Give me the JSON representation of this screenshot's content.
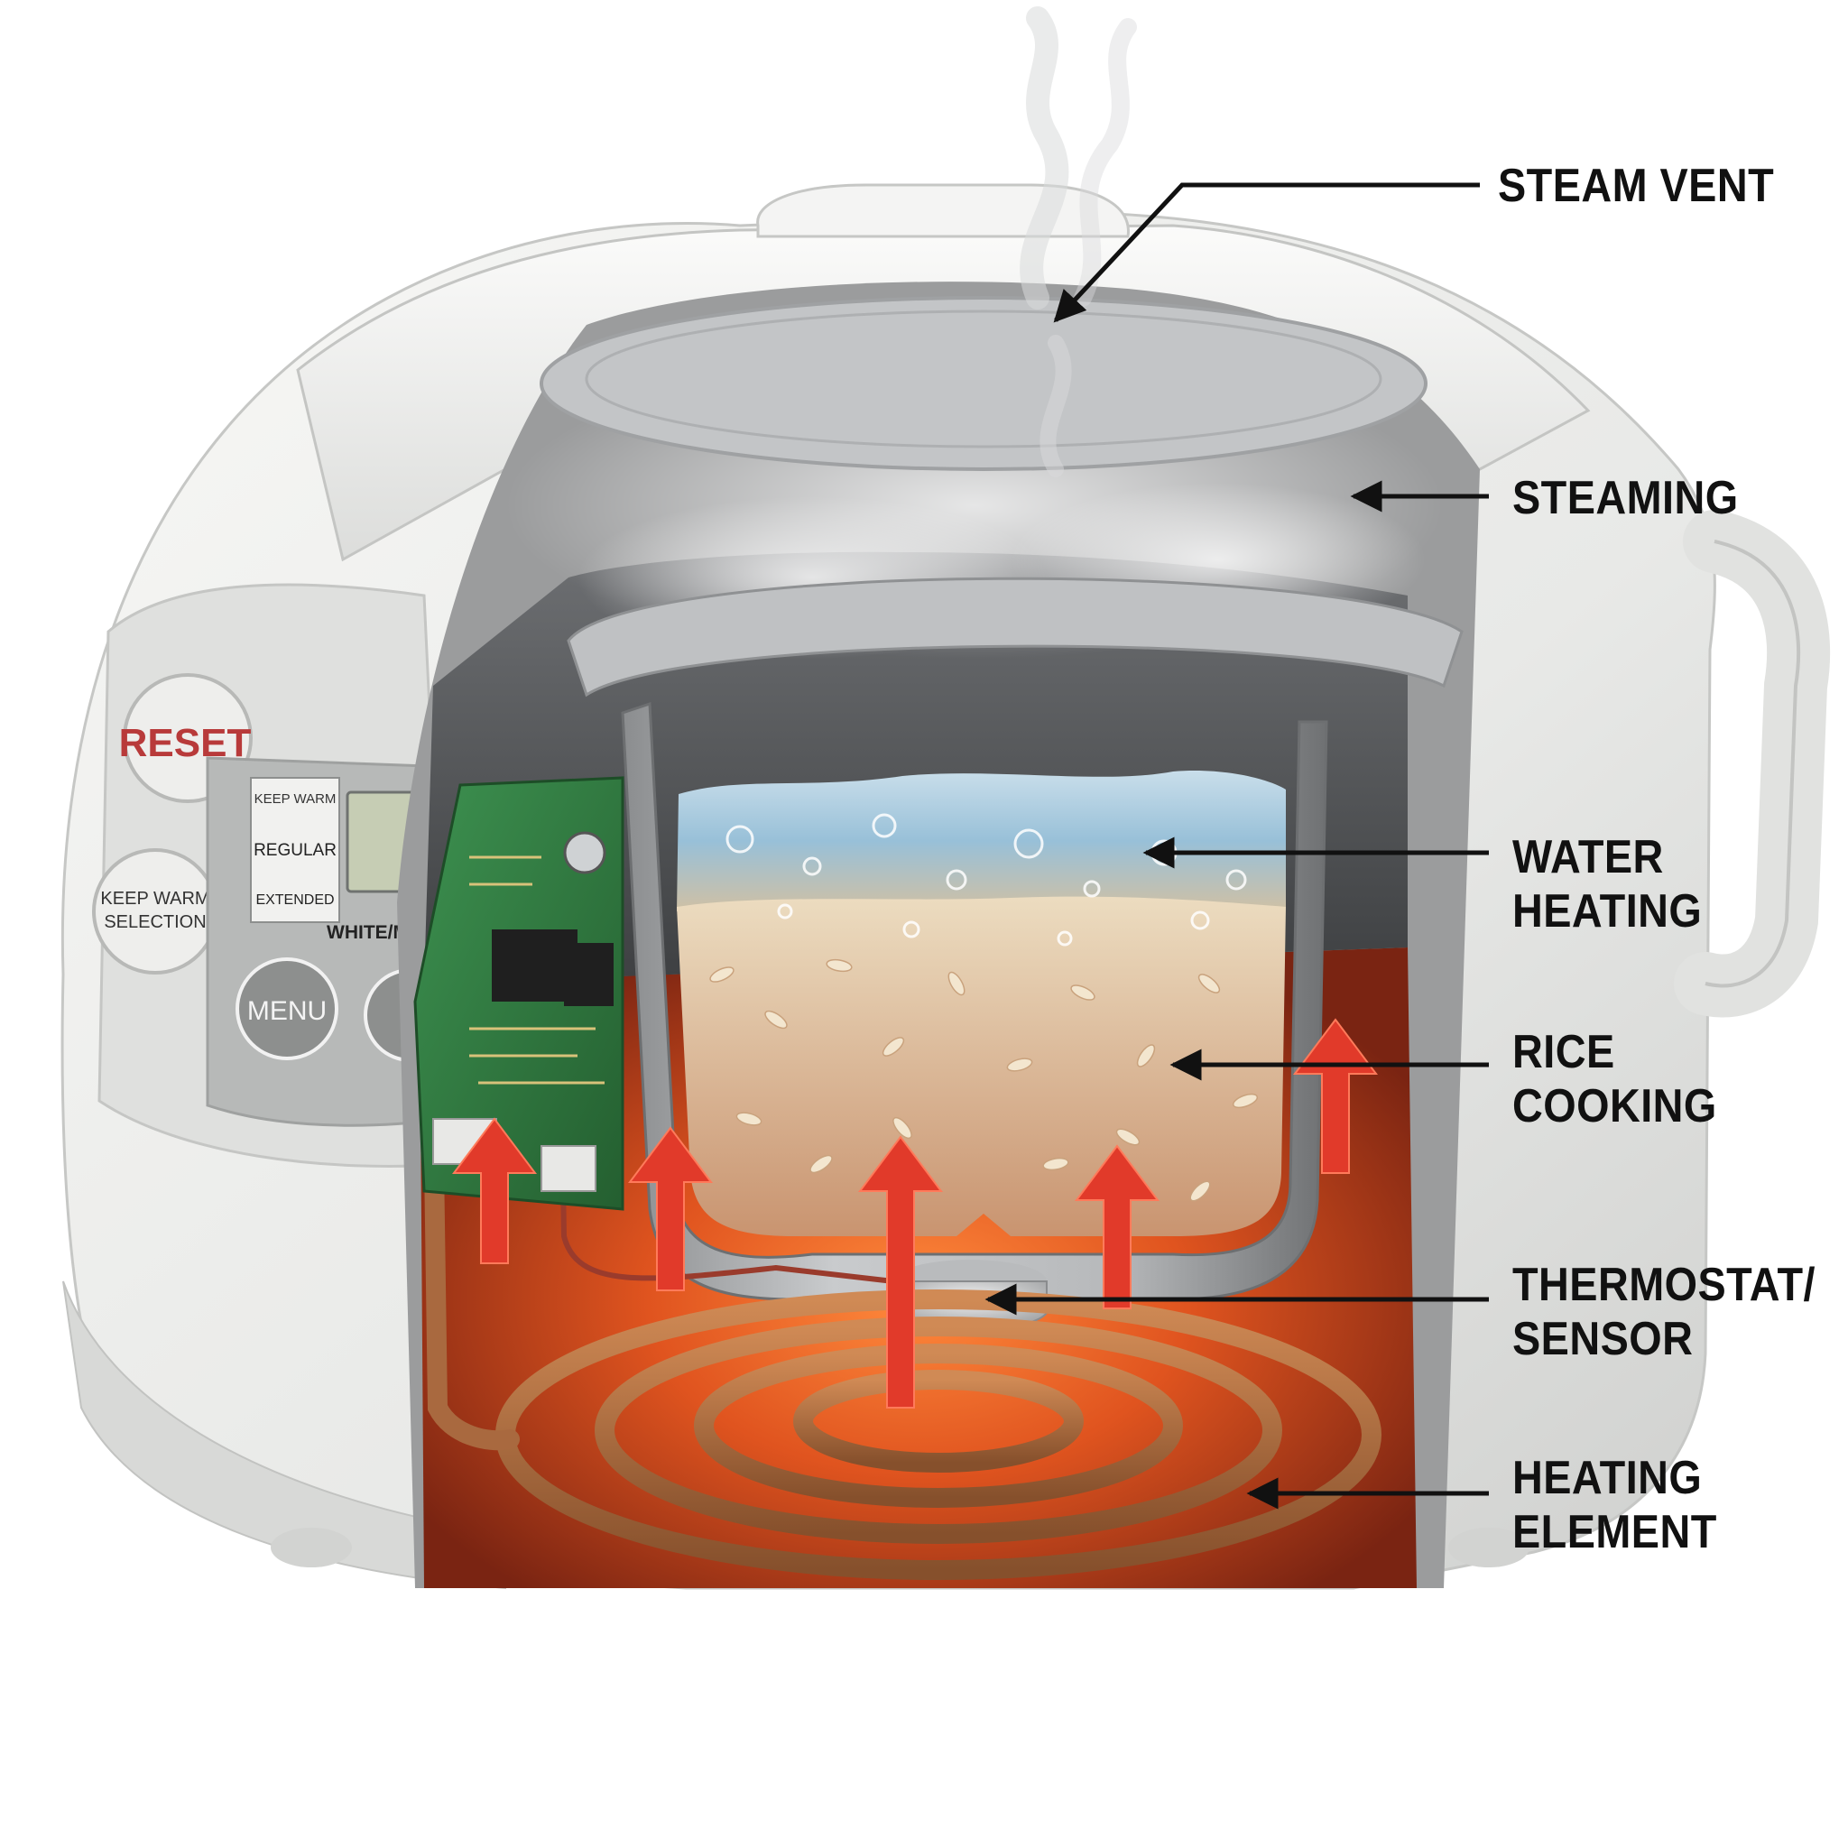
{
  "palette": {
    "body_white": "#ececea",
    "body_shadow": "#c9cac8",
    "control_panel_grey": "#b7b9b8",
    "reset_text": "#b83a3a",
    "lcd_green": "#c6cdb4",
    "pcb_green": "#2f7d3d",
    "water_blue": "#8fb9d6",
    "rice_cream": "#e6cfae",
    "heat_orange": "#e8632a",
    "coil_copper": "#a9693f",
    "arrow_red": "#e13a2a",
    "label_black": "#111111"
  },
  "control_panel": {
    "reset_label": "RESET",
    "keep_warm_selection_lines": [
      "KEEP WARM",
      "SELECTION"
    ],
    "menu_label": "MENU",
    "down_arrow_glyph": "▼",
    "display_keep_warm": "KEEP WARM",
    "display_regular": "REGULAR",
    "display_extended": "EXTENDED",
    "display_mode": "WHITE/MIXED"
  },
  "callouts": [
    {
      "id": "steam-vent",
      "lines": [
        "STEAM VENT"
      ]
    },
    {
      "id": "steaming",
      "lines": [
        "STEAMING"
      ]
    },
    {
      "id": "water-heating",
      "lines": [
        "WATER",
        "HEATING"
      ]
    },
    {
      "id": "rice-cooking",
      "lines": [
        "RICE",
        "COOKING"
      ]
    },
    {
      "id": "thermostat-sensor",
      "lines": [
        "THERMOSTAT/",
        "SENSOR"
      ]
    },
    {
      "id": "heating-element",
      "lines": [
        "HEATING",
        "ELEMENT"
      ]
    }
  ],
  "icons": {
    "heat_arrow": "upward-heat-arrow-icon",
    "leader_arrow": "leader-arrowhead-icon"
  }
}
